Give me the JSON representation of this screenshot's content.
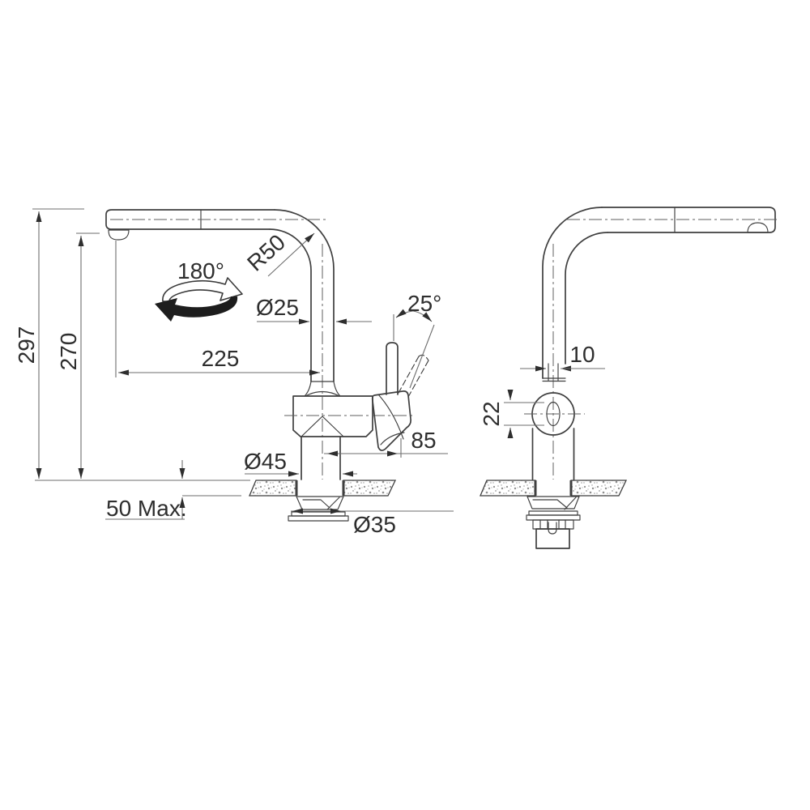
{
  "title": "Pull-out kitchen faucet installation technical drawing, front and side views with dimensions (mm)",
  "dimensions": {
    "total_height": "297",
    "spout_height": "270",
    "spout_reach": "225",
    "swivel_angle": "180°",
    "bend_radius": "R50",
    "spout_tube_diameter": "Ø25",
    "lever_tilt_angle": "25°",
    "handle_offset": "85",
    "base_diameter": "Ø45",
    "max_counter_thickness": "50 Max.",
    "mounting_hole_diameter": "Ø35",
    "neck_width": "10",
    "handle_slot_height": "22"
  },
  "colors": {
    "background": "#ffffff",
    "object_line": "#3f3f3f",
    "dimension_line": "#6e6e6e",
    "arrow_and_text": "#2e2e2e",
    "counter_speckle": "#8f8f8f"
  }
}
